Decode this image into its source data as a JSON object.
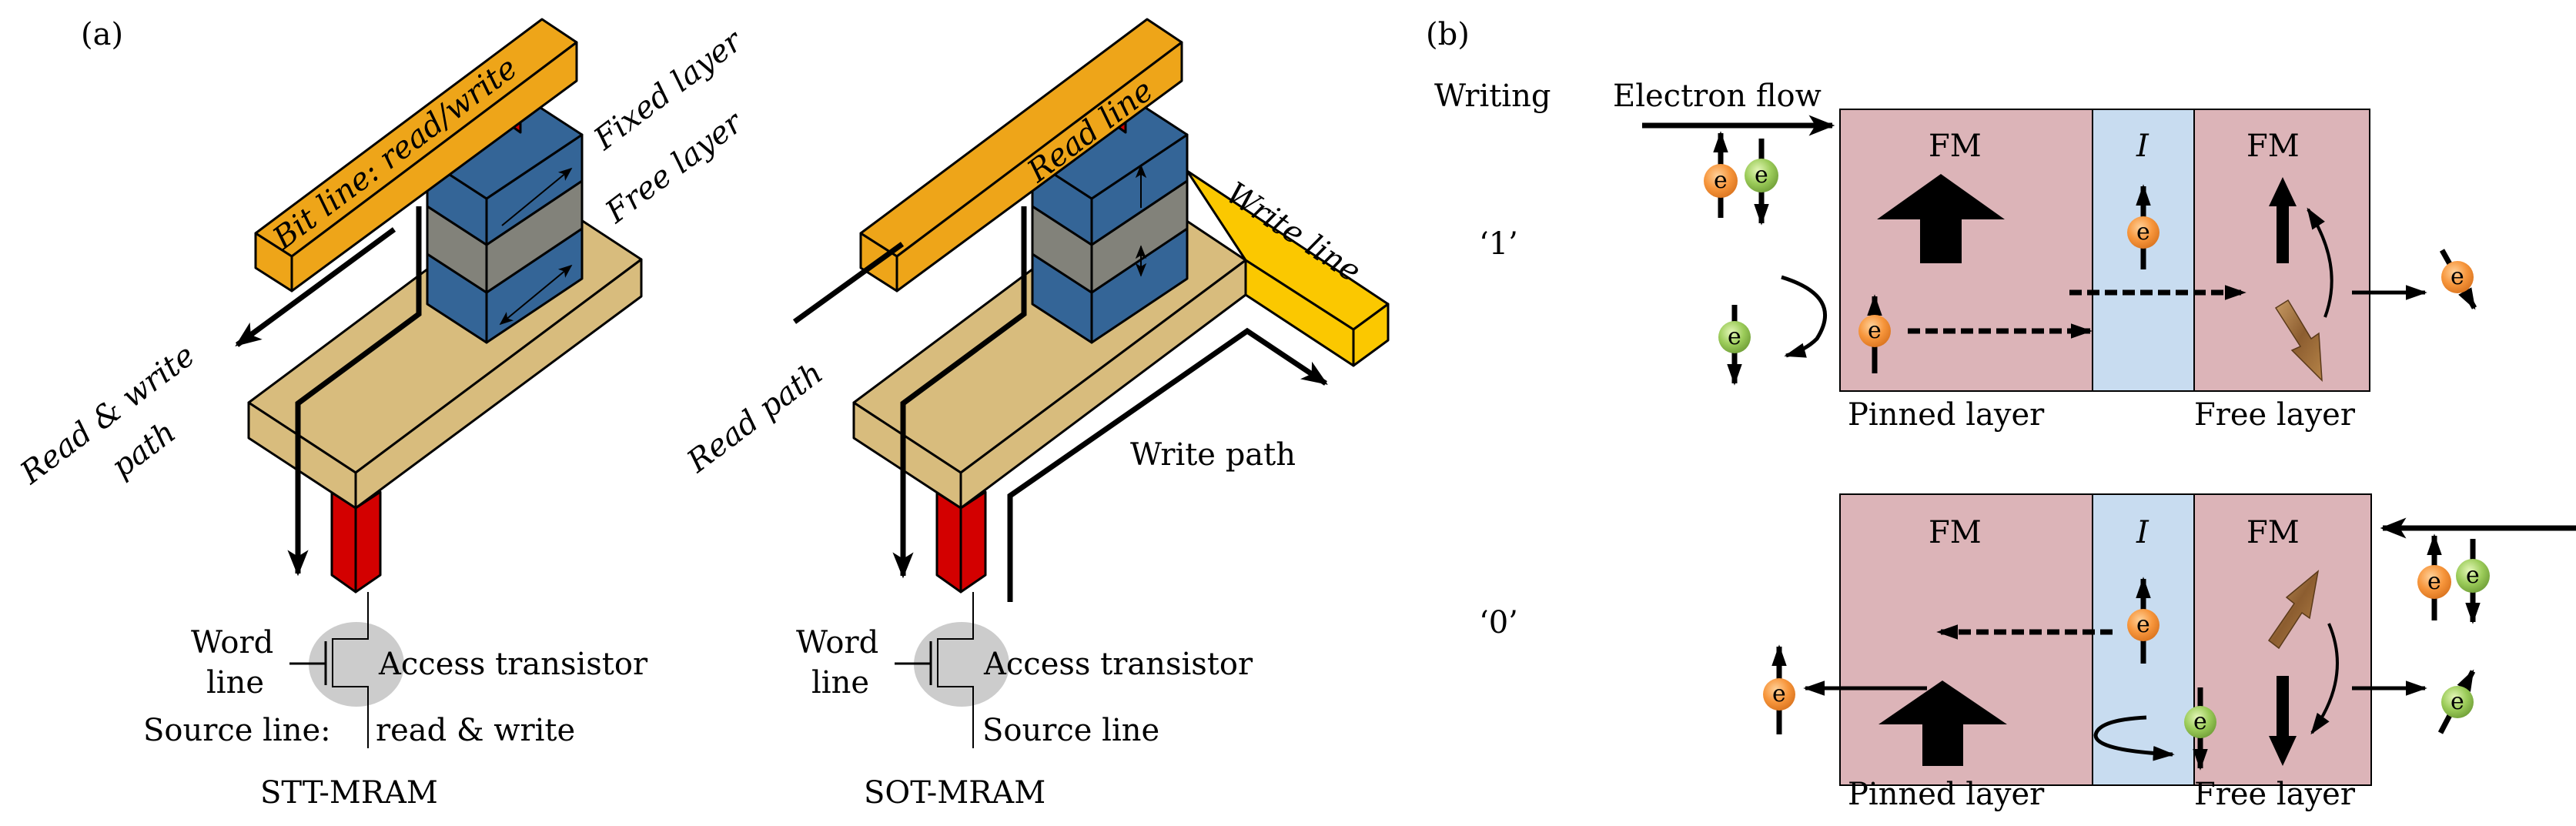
{
  "colors": {
    "bit_line": "#eea519",
    "write_line": "#fbc800",
    "mtj_blue": "#346597",
    "barrier_gray": "#82827a",
    "base_tan": "#d8bc7d",
    "via_red": "#d30000",
    "transistor_gray": "#cccccc",
    "fm_pink": "#dcb4b8",
    "insulator_blue": "#c8dcf0",
    "electron_orange": "#f7963c",
    "electron_green": "#9ccc5a",
    "free_arrow_brown": "#9b6a3a"
  },
  "panel_a": {
    "label": "(a)",
    "stt": {
      "caption": "STT-MRAM",
      "bit_line_label": "Bit line: read/write",
      "fixed_layer_label": "Fixed layer",
      "free_layer_label": "Free layer",
      "path_label_line1": "Read & write",
      "path_label_line2": "path",
      "word_line_line1": "Word",
      "word_line_line2": "line",
      "transistor_label": "Access transistor",
      "source_line_label": "Source line:",
      "source_line_suffix": "read & write"
    },
    "sot": {
      "caption": "SOT-MRAM",
      "read_line_label": "Read line",
      "write_line_label": "Write line",
      "read_path_label": "Read path",
      "write_path_label": "Write path",
      "word_line_line1": "Word",
      "word_line_line2": "line",
      "transistor_label": "Access transistor",
      "source_line_label": "Source line"
    }
  },
  "panel_b": {
    "label": "(b)",
    "writing_label": "Writing",
    "electron_flow_label": "Electron flow",
    "electron_symbol": "e",
    "states": [
      {
        "bit_label": "‘1’",
        "left_layer": "FM",
        "barrier": "I",
        "right_layer": "FM",
        "pinned_caption": "Pinned layer",
        "free_caption": "Free layer",
        "electron_flow_direction": "right"
      },
      {
        "bit_label": "‘0’",
        "left_layer": "FM",
        "barrier": "I",
        "right_layer": "FM",
        "pinned_caption": "Pinned layer",
        "free_caption": "Free layer",
        "electron_flow_direction": "left"
      }
    ]
  }
}
